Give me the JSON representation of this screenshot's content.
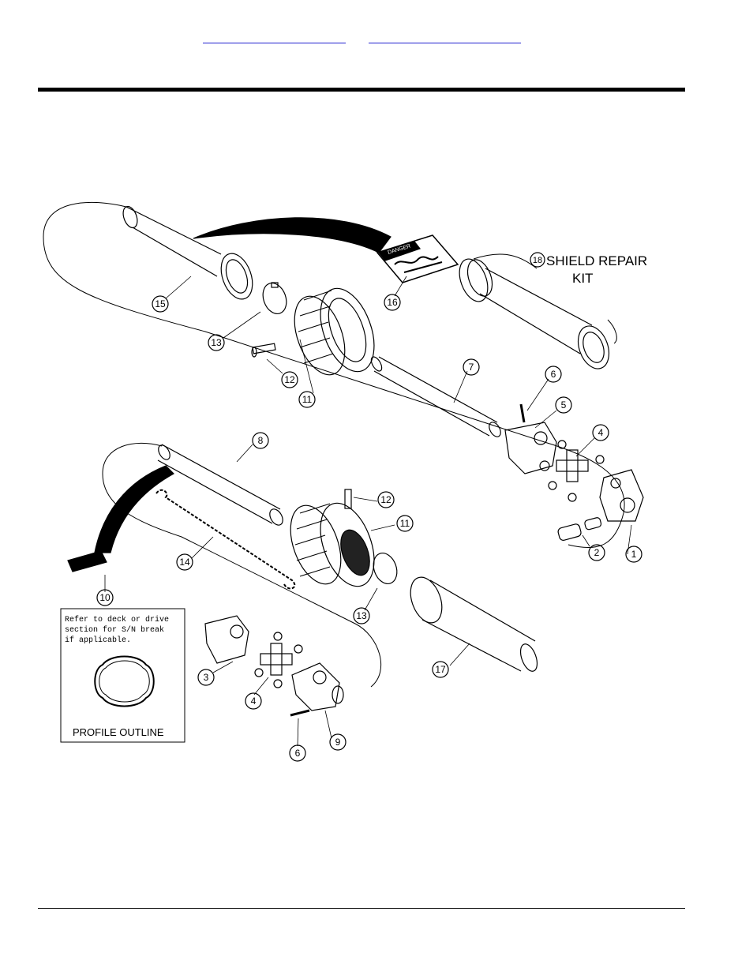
{
  "header": {
    "link_left": "",
    "link_right": ""
  },
  "diagram": {
    "callouts": {
      "c1": "1",
      "c2": "2",
      "c3": "3",
      "c4a": "4",
      "c4b": "4",
      "c5": "5",
      "c6a": "6",
      "c6b": "6",
      "c7": "7",
      "c8": "8",
      "c9": "9",
      "c10": "10",
      "c11a": "11",
      "c11b": "11",
      "c12a": "12",
      "c12b": "12",
      "c13a": "13",
      "c13b": "13",
      "c14": "14",
      "c15": "15",
      "c16": "16",
      "c17": "17",
      "c18": "18"
    },
    "shield_kit_line1": "SHIELD REPAIR",
    "shield_kit_line2": "KIT",
    "decal_text": "DANGER",
    "note_lines": [
      "Refer to deck or drive",
      "section for S/N break",
      "if applicable."
    ],
    "profile_label": "PROFILE OUTLINE"
  }
}
